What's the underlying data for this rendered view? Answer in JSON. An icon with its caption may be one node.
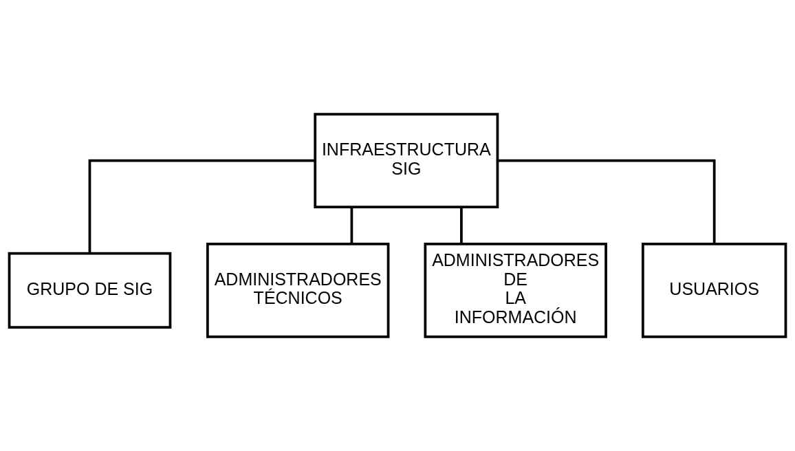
{
  "diagram": {
    "nodes": [
      {
        "text": [
          "INFRAESTRUCTURA SIG"
        ]
      },
      {
        "text": [
          "GRUPO DE SIG"
        ]
      },
      {
        "text": [
          "ADMINISTRADORES TÉCNICOS"
        ]
      },
      {
        "text": [
          "ADMINISTRADORES DE LA INFORMACIÓN"
        ]
      },
      {
        "text": [
          "USUARIOS"
        ]
      }
    ],
    "edges": [
      {
        "from": 0,
        "to": 1,
        "arrow": "none"
      },
      {
        "from": 0,
        "to": 2,
        "arrow": "none"
      },
      {
        "from": 0,
        "to": 3,
        "arrow": "none"
      },
      {
        "from": 0,
        "to": 4,
        "arrow": "none"
      }
    ]
  }
}
